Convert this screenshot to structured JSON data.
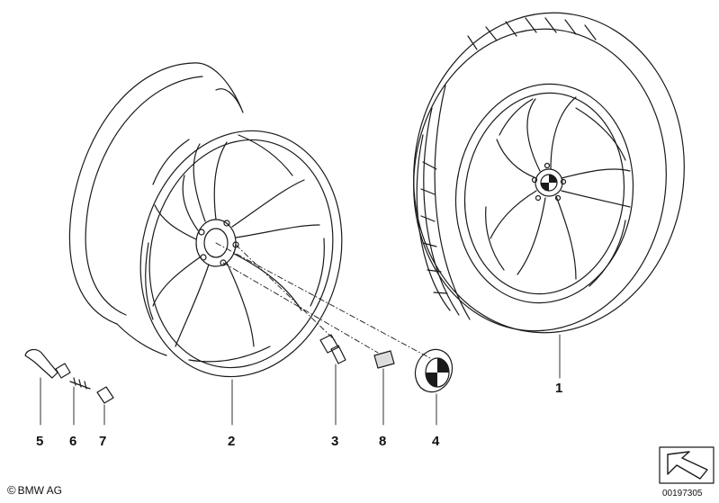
{
  "copyright": {
    "symbol": "©",
    "text": "BMW AG"
  },
  "figure_id": "00197305",
  "callouts": [
    {
      "id": "1",
      "label": "1"
    },
    {
      "id": "2",
      "label": "2"
    },
    {
      "id": "3",
      "label": "3"
    },
    {
      "id": "4",
      "label": "4"
    },
    {
      "id": "5",
      "label": "5"
    },
    {
      "id": "6",
      "label": "6"
    },
    {
      "id": "7",
      "label": "7"
    },
    {
      "id": "8",
      "label": "8"
    }
  ],
  "colors": {
    "line": "#1a1a1a",
    "background": "#ffffff"
  },
  "icons": [
    "bmw-roundel-icon",
    "direction-arrow-icon"
  ]
}
